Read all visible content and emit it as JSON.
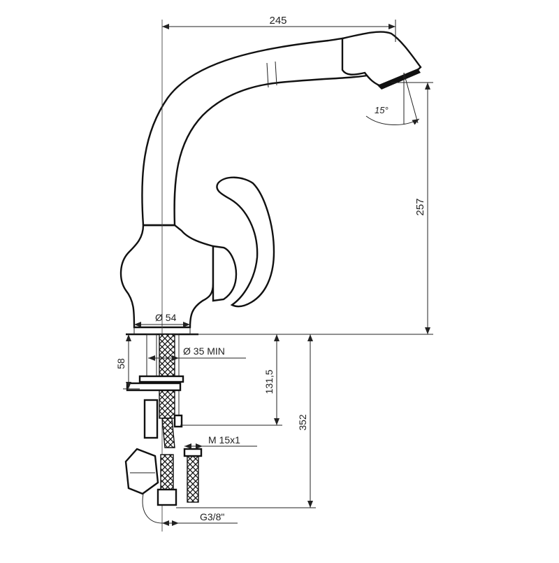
{
  "dimensions": {
    "width_total": "245",
    "height_spout": "257",
    "angle": "15°",
    "diameter_base": "Ø 54",
    "diameter_hole": "Ø 35 MIN",
    "depth_58": "58",
    "depth_131": "131,5",
    "depth_352": "352",
    "thread_m": "M 15x1",
    "thread_g": "G3/8\""
  },
  "colors": {
    "line": "#222222",
    "background": "#ffffff"
  }
}
